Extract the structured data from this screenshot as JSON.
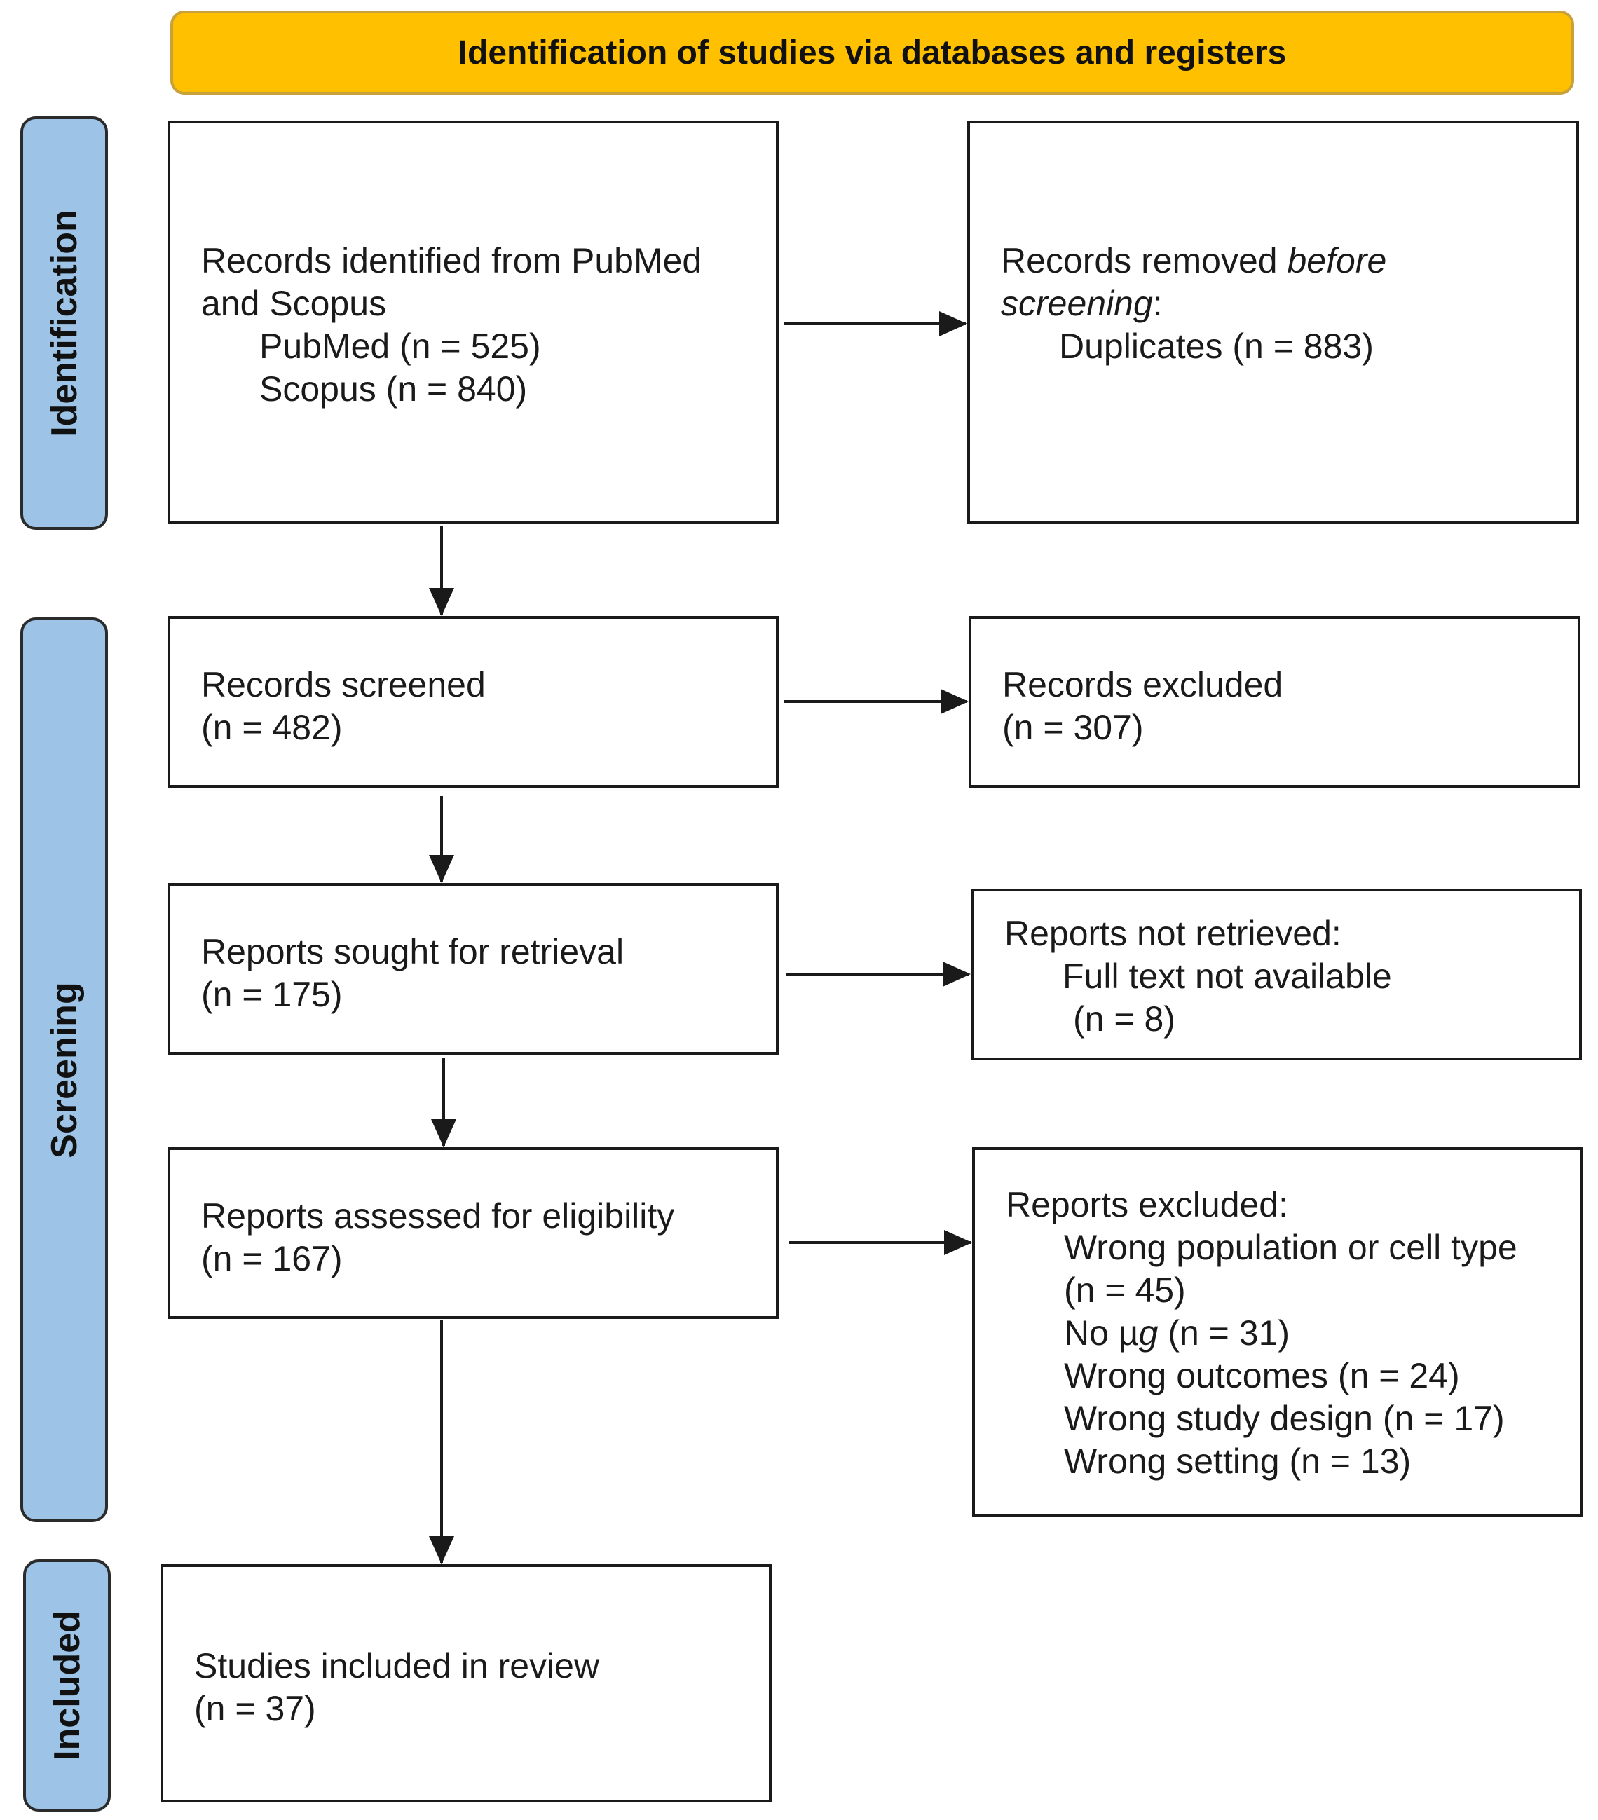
{
  "header": {
    "title": "Identification of studies via databases and registers"
  },
  "phases": {
    "identification": "Identification",
    "screening": "Screening",
    "included": "Included"
  },
  "boxes": {
    "records_identified": {
      "line1": "Records identified from PubMed",
      "line2": "and Scopus",
      "pubmed": "PubMed (n = 525)",
      "scopus": "Scopus (n = 840)"
    },
    "records_removed": {
      "prefix": "Records removed ",
      "emph1": "before",
      "emph2": "screening",
      "suffix": ":",
      "duplicates": "Duplicates (n = 883)"
    },
    "records_screened": {
      "label": "Records screened",
      "count": "(n = 482)"
    },
    "records_excluded": {
      "label": "Records excluded",
      "count": "(n = 307)"
    },
    "reports_sought": {
      "label": "Reports sought for retrieval",
      "count": "(n = 175)"
    },
    "reports_not_retrieved": {
      "label": "Reports not retrieved:",
      "reason": "Full text not available",
      "count": "(n = 8)"
    },
    "reports_assessed": {
      "label": "Reports assessed for eligibility",
      "count": "(n = 167)"
    },
    "reports_excluded": {
      "label": "Reports excluded:",
      "reason1": "Wrong population or cell type",
      "reason1_count": "(n = 45)",
      "reason2_prefix": "No µ",
      "reason2_emph": "g",
      "reason2_count": " (n = 31)",
      "reason3": "Wrong outcomes (n = 24)",
      "reason4": "Wrong study design (n = 17)",
      "reason5": "Wrong setting (n = 13)"
    },
    "studies_included": {
      "label": "Studies included in review",
      "count": "(n = 37)"
    }
  },
  "colors": {
    "banner_fill": "#ffc000",
    "phase_fill": "#9dc3e6",
    "box_border": "#1a1a1a"
  }
}
